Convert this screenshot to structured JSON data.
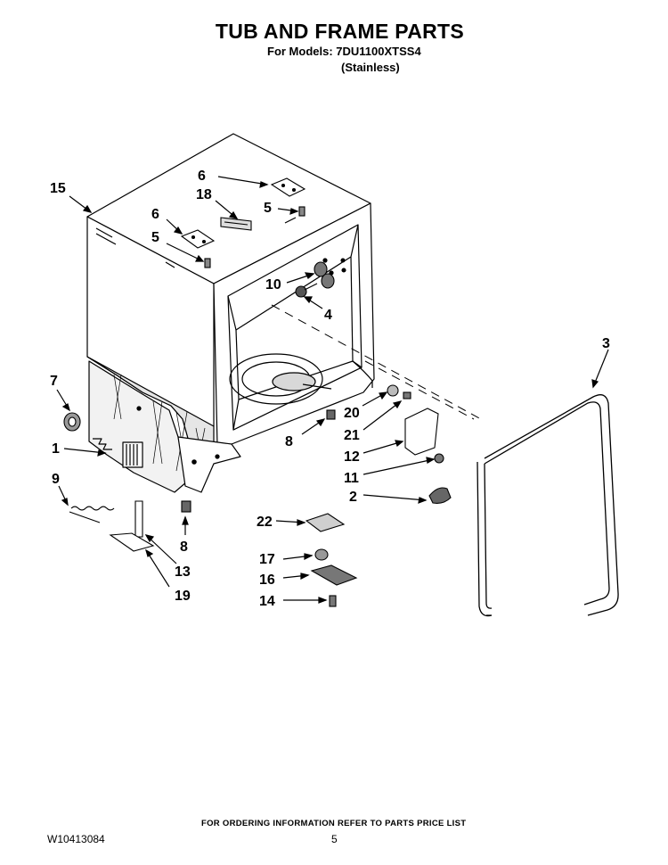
{
  "header": {
    "title": "TUB AND FRAME PARTS",
    "models": "For Models: 7DU1100XTSS4",
    "finish": "(Stainless)"
  },
  "callouts": [
    "15",
    "6",
    "18",
    "5",
    "6",
    "5",
    "10",
    "4",
    "3",
    "7",
    "20",
    "21",
    "8",
    "1",
    "12",
    "11",
    "9",
    "2",
    "8",
    "22",
    "13",
    "17",
    "19",
    "16",
    "14"
  ],
  "footer": {
    "ordering_note": "FOR ORDERING INFORMATION REFER TO PARTS PRICE LIST",
    "document_number": "W10413084",
    "page_number": "5"
  }
}
